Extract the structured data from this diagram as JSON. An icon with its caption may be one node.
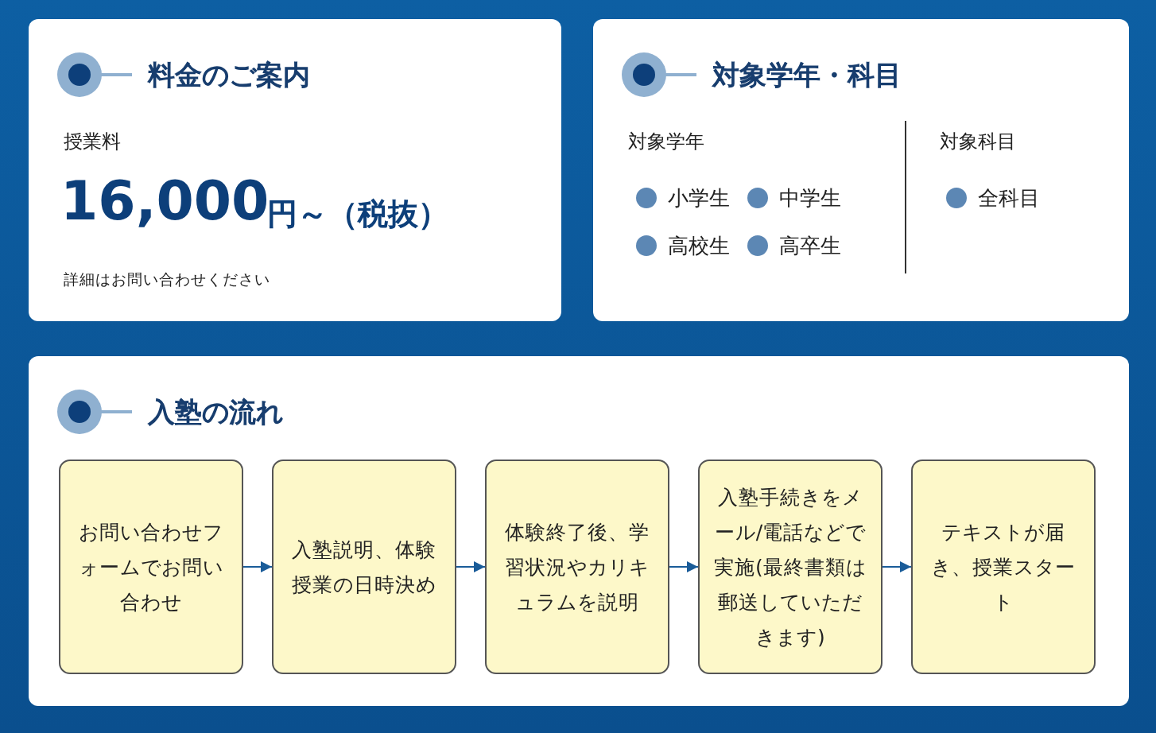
{
  "diagram": {
    "nodes": [
      {
        "text": [
          "料金のご案内",
          "授業料",
          "16,000",
          "円～（税抜）",
          "詳細はお問い合わせください"
        ]
      },
      {
        "text": [
          "対象学年・科目",
          "対象学年",
          "小学生",
          "中学生",
          "高校生",
          "高卒生",
          "対象科目",
          "全科目"
        ]
      },
      {
        "text": [
          "入塾の流れ"
        ]
      },
      {
        "text": [
          "お問い合わせフォームでお問い合わせ"
        ],
        "in": 2
      },
      {
        "text": [
          "入塾説明、体験授業の日時決め"
        ],
        "in": 2
      },
      {
        "text": [
          "体験終了後、学習状況やカリキュラムを説明"
        ],
        "in": 2
      },
      {
        "text": [
          "入塾手続きをメール/電話などで実施(最終書類は郵送していただきます)"
        ],
        "in": 2
      },
      {
        "text": [
          "テキストが届き、授業スタート"
        ],
        "in": 2
      }
    ],
    "edges": [
      {
        "from": 3,
        "to": 4,
        "arrow": "to"
      },
      {
        "from": 4,
        "to": 5,
        "arrow": "to"
      },
      {
        "from": 5,
        "to": 6,
        "arrow": "to"
      },
      {
        "from": 6,
        "to": 7,
        "arrow": "to"
      }
    ]
  }
}
